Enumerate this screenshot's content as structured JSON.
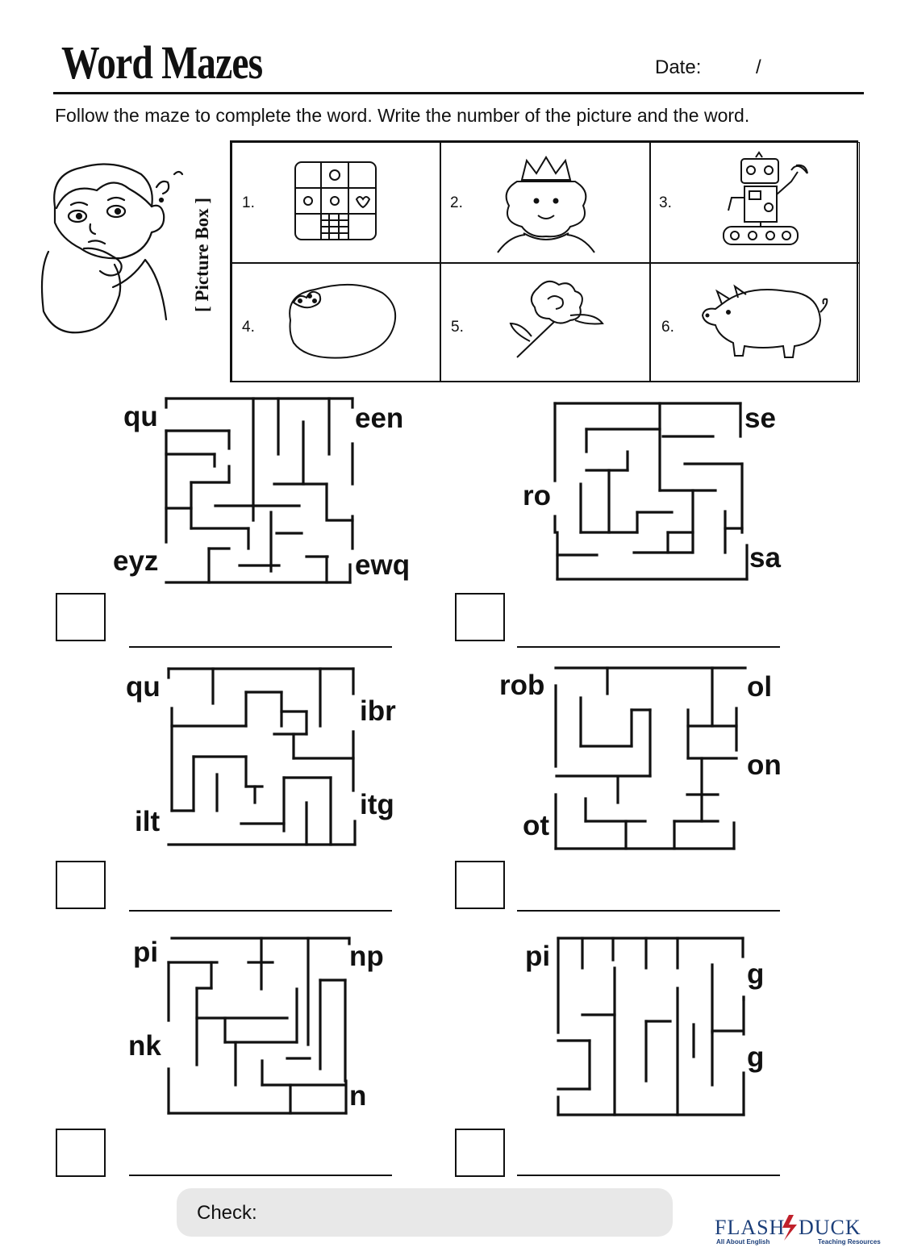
{
  "header": {
    "title": "Word Mazes",
    "date_label": "Date:",
    "date_separator": "/"
  },
  "instructions": "Follow the maze to complete the word. Write the number of the picture and the word.",
  "picture_box": {
    "label": "[ Picture Box ]",
    "items": [
      {
        "number": "1.",
        "picture": "quilt"
      },
      {
        "number": "2.",
        "picture": "queen"
      },
      {
        "number": "3.",
        "picture": "robot"
      },
      {
        "number": "4.",
        "picture": "rock"
      },
      {
        "number": "5.",
        "picture": "rose"
      },
      {
        "number": "6.",
        "picture": "pig"
      }
    ]
  },
  "mazes": [
    {
      "fragments": [
        "qu",
        "een",
        "eyz",
        "ewq"
      ]
    },
    {
      "fragments": [
        "se",
        "ro",
        "sa"
      ]
    },
    {
      "fragments": [
        "qu",
        "ibr",
        "ilt",
        "itg"
      ]
    },
    {
      "fragments": [
        "rob",
        "ol",
        "on",
        "ot"
      ]
    },
    {
      "fragments": [
        "pi",
        "np",
        "nk",
        "n"
      ]
    },
    {
      "fragments": [
        "pi",
        "g",
        "g"
      ]
    }
  ],
  "footer": {
    "check_label": "Check:",
    "logo": {
      "brand": "FLASH DUCK",
      "tagline_left": "All About English",
      "tagline_right": "Teaching Resources"
    }
  }
}
